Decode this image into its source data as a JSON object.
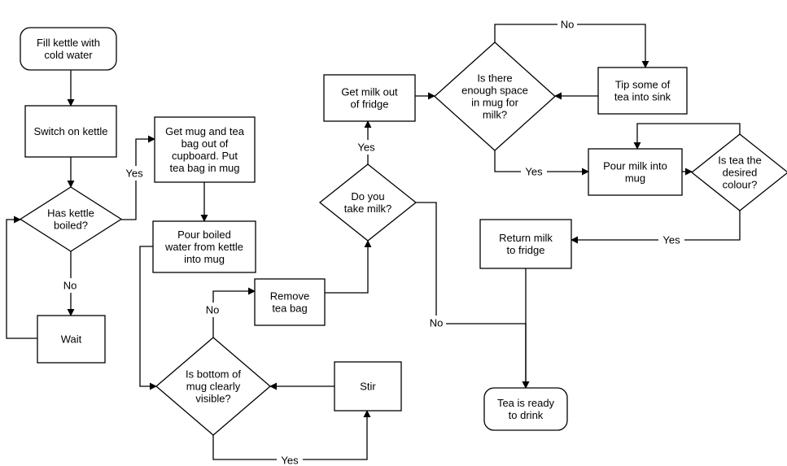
{
  "flowchart": {
    "nodes": {
      "fill_kettle": {
        "lines": [
          "Fill kettle with",
          "cold water"
        ],
        "shape": "rounded"
      },
      "switch_on": {
        "lines": [
          "Switch on kettle"
        ],
        "shape": "rect"
      },
      "has_boiled": {
        "lines": [
          "Has kettle",
          "boiled?"
        ],
        "shape": "diamond"
      },
      "wait": {
        "lines": [
          "Wait"
        ],
        "shape": "rect"
      },
      "get_mug": {
        "lines": [
          "Get mug and tea",
          "bag out of",
          "cupboard. Put",
          "tea bag in mug"
        ],
        "shape": "rect"
      },
      "pour_water": {
        "lines": [
          "Pour boiled",
          "water from kettle",
          "into mug"
        ],
        "shape": "rect"
      },
      "bottom_visible": {
        "lines": [
          "Is bottom of",
          "mug clearly",
          "visible?"
        ],
        "shape": "diamond"
      },
      "stir": {
        "lines": [
          "Stir"
        ],
        "shape": "rect"
      },
      "remove_bag": {
        "lines": [
          "Remove",
          "tea bag"
        ],
        "shape": "rect"
      },
      "take_milk": {
        "lines": [
          "Do you",
          "take milk?"
        ],
        "shape": "diamond"
      },
      "get_milk": {
        "lines": [
          "Get milk out",
          "of fridge"
        ],
        "shape": "rect"
      },
      "enough_space": {
        "lines": [
          "Is there",
          "enough space",
          "in mug for",
          "milk?"
        ],
        "shape": "diamond"
      },
      "tip_tea": {
        "lines": [
          "Tip some of",
          "tea into sink"
        ],
        "shape": "rect"
      },
      "pour_milk": {
        "lines": [
          "Pour milk into",
          "mug"
        ],
        "shape": "rect"
      },
      "desired_colour": {
        "lines": [
          "Is tea the",
          "desired",
          "colour?"
        ],
        "shape": "diamond"
      },
      "return_milk": {
        "lines": [
          "Return milk",
          "to fridge"
        ],
        "shape": "rect"
      },
      "ready": {
        "lines": [
          "Tea is ready",
          "to drink"
        ],
        "shape": "rounded"
      }
    },
    "edges": [
      {
        "from": "fill_kettle",
        "to": "switch_on",
        "label": ""
      },
      {
        "from": "switch_on",
        "to": "has_boiled",
        "label": ""
      },
      {
        "from": "has_boiled",
        "to": "wait",
        "label": "No"
      },
      {
        "from": "wait",
        "to": "has_boiled",
        "label": ""
      },
      {
        "from": "has_boiled",
        "to": "get_mug",
        "label": "Yes"
      },
      {
        "from": "get_mug",
        "to": "pour_water",
        "label": ""
      },
      {
        "from": "pour_water",
        "to": "bottom_visible",
        "label": ""
      },
      {
        "from": "bottom_visible",
        "to": "stir",
        "label": "Yes"
      },
      {
        "from": "stir",
        "to": "bottom_visible",
        "label": ""
      },
      {
        "from": "bottom_visible",
        "to": "remove_bag",
        "label": "No"
      },
      {
        "from": "remove_bag",
        "to": "take_milk",
        "label": ""
      },
      {
        "from": "take_milk",
        "to": "get_milk",
        "label": "Yes"
      },
      {
        "from": "take_milk",
        "to": "ready",
        "label": "No"
      },
      {
        "from": "get_milk",
        "to": "enough_space",
        "label": ""
      },
      {
        "from": "enough_space",
        "to": "tip_tea",
        "label": "No"
      },
      {
        "from": "tip_tea",
        "to": "enough_space",
        "label": ""
      },
      {
        "from": "enough_space",
        "to": "pour_milk",
        "label": "Yes"
      },
      {
        "from": "pour_milk",
        "to": "desired_colour",
        "label": ""
      },
      {
        "from": "desired_colour",
        "to": "pour_milk",
        "label": ""
      },
      {
        "from": "desired_colour",
        "to": "return_milk",
        "label": "Yes"
      },
      {
        "from": "return_milk",
        "to": "ready",
        "label": ""
      }
    ]
  }
}
